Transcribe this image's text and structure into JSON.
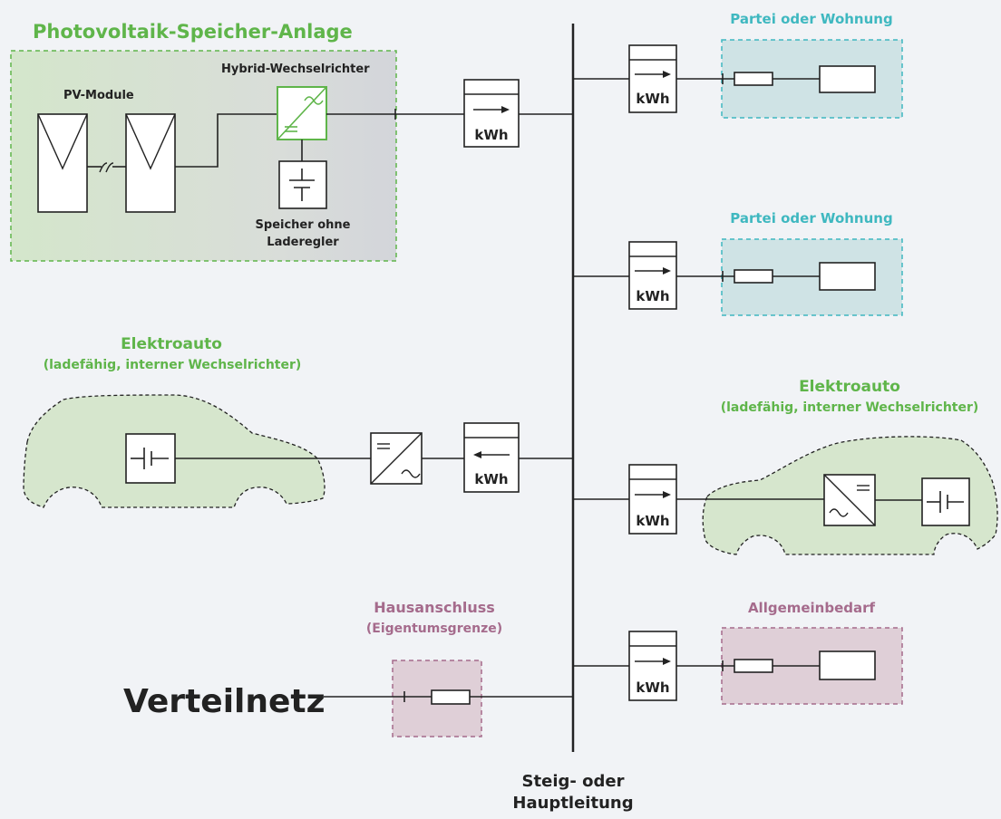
{
  "pv_system": {
    "title": "Photovoltaik-Speicher-Anlage",
    "modules_label": "PV-Module",
    "inverter_label": "Hybrid-Wechselrichter",
    "storage_label_line1": "Speicher ohne",
    "storage_label_line2": "Laderegler"
  },
  "meter_unit": "kWh",
  "apartment_label": "Partei oder Wohnung",
  "ev_left": {
    "title": "Elektroauto",
    "subtitle": "(ladefähig, interner Wechselrichter)"
  },
  "ev_right": {
    "title": "Elektroauto",
    "subtitle": "(ladefähig, interner Wechselrichter)"
  },
  "house_connection": {
    "title": "Hausanschluss",
    "subtitle": "(Eigentumsgrenze)"
  },
  "common_demand": "Allgemeinbedarf",
  "grid_label": "Verteilnetz",
  "riser": {
    "line1": "Steig- oder",
    "line2": "Hauptleitung"
  },
  "colors": {
    "green_text": "#5fb54a",
    "green_fill": "#d6e6cd",
    "teal_text": "#3fb8c0",
    "teal_fill": "#cfe3e5",
    "mauve_text": "#a56b8c",
    "mauve_fill": "#dfcfd7",
    "line": "#222222"
  }
}
